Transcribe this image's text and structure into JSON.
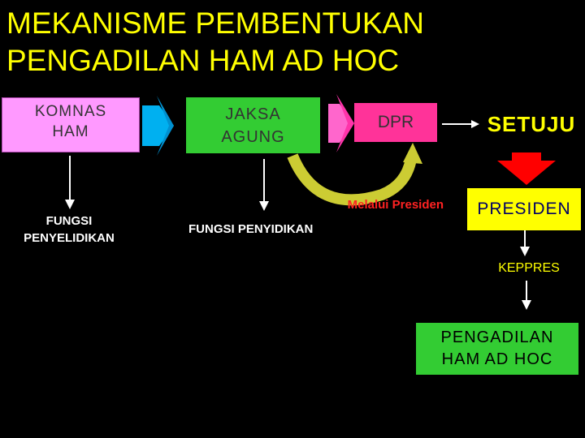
{
  "title": {
    "line1": "MEKANISME PEMBENTUKAN",
    "line2": "PENGADILAN HAM AD HOC"
  },
  "nodes": {
    "komnas": {
      "line1": "KOMNAS",
      "line2": "HAM"
    },
    "jaksa": {
      "line1": "JAKSA",
      "line2": "AGUNG"
    },
    "dpr": "DPR",
    "setuju": "SETUJU",
    "presiden": "PRESIDEN",
    "keppres": "KEPPRES",
    "pengadilan": {
      "line1": "PENGADILAN",
      "line2": "HAM AD HOC"
    }
  },
  "labels": {
    "fungsi_penyelidikan": {
      "line1": "FUNGSI",
      "line2": "PENYELIDIKAN"
    },
    "fungsi_penyidikan": "FUNGSI PENYIDIKAN",
    "melalui_presiden": "Melalui Presiden"
  },
  "colors": {
    "background": "#000000",
    "title": "#ffff00",
    "komnas": "#ff99ff",
    "jaksa": "#33cc33",
    "dpr": "#ff3399",
    "presiden": "#ffff00",
    "pengadilan": "#33cc33",
    "arrow_cyan": "#00b0f0",
    "arrow_pink": "#ff66cc",
    "arrow_red": "#ff0000",
    "curve_yellow": "#cccc33"
  }
}
